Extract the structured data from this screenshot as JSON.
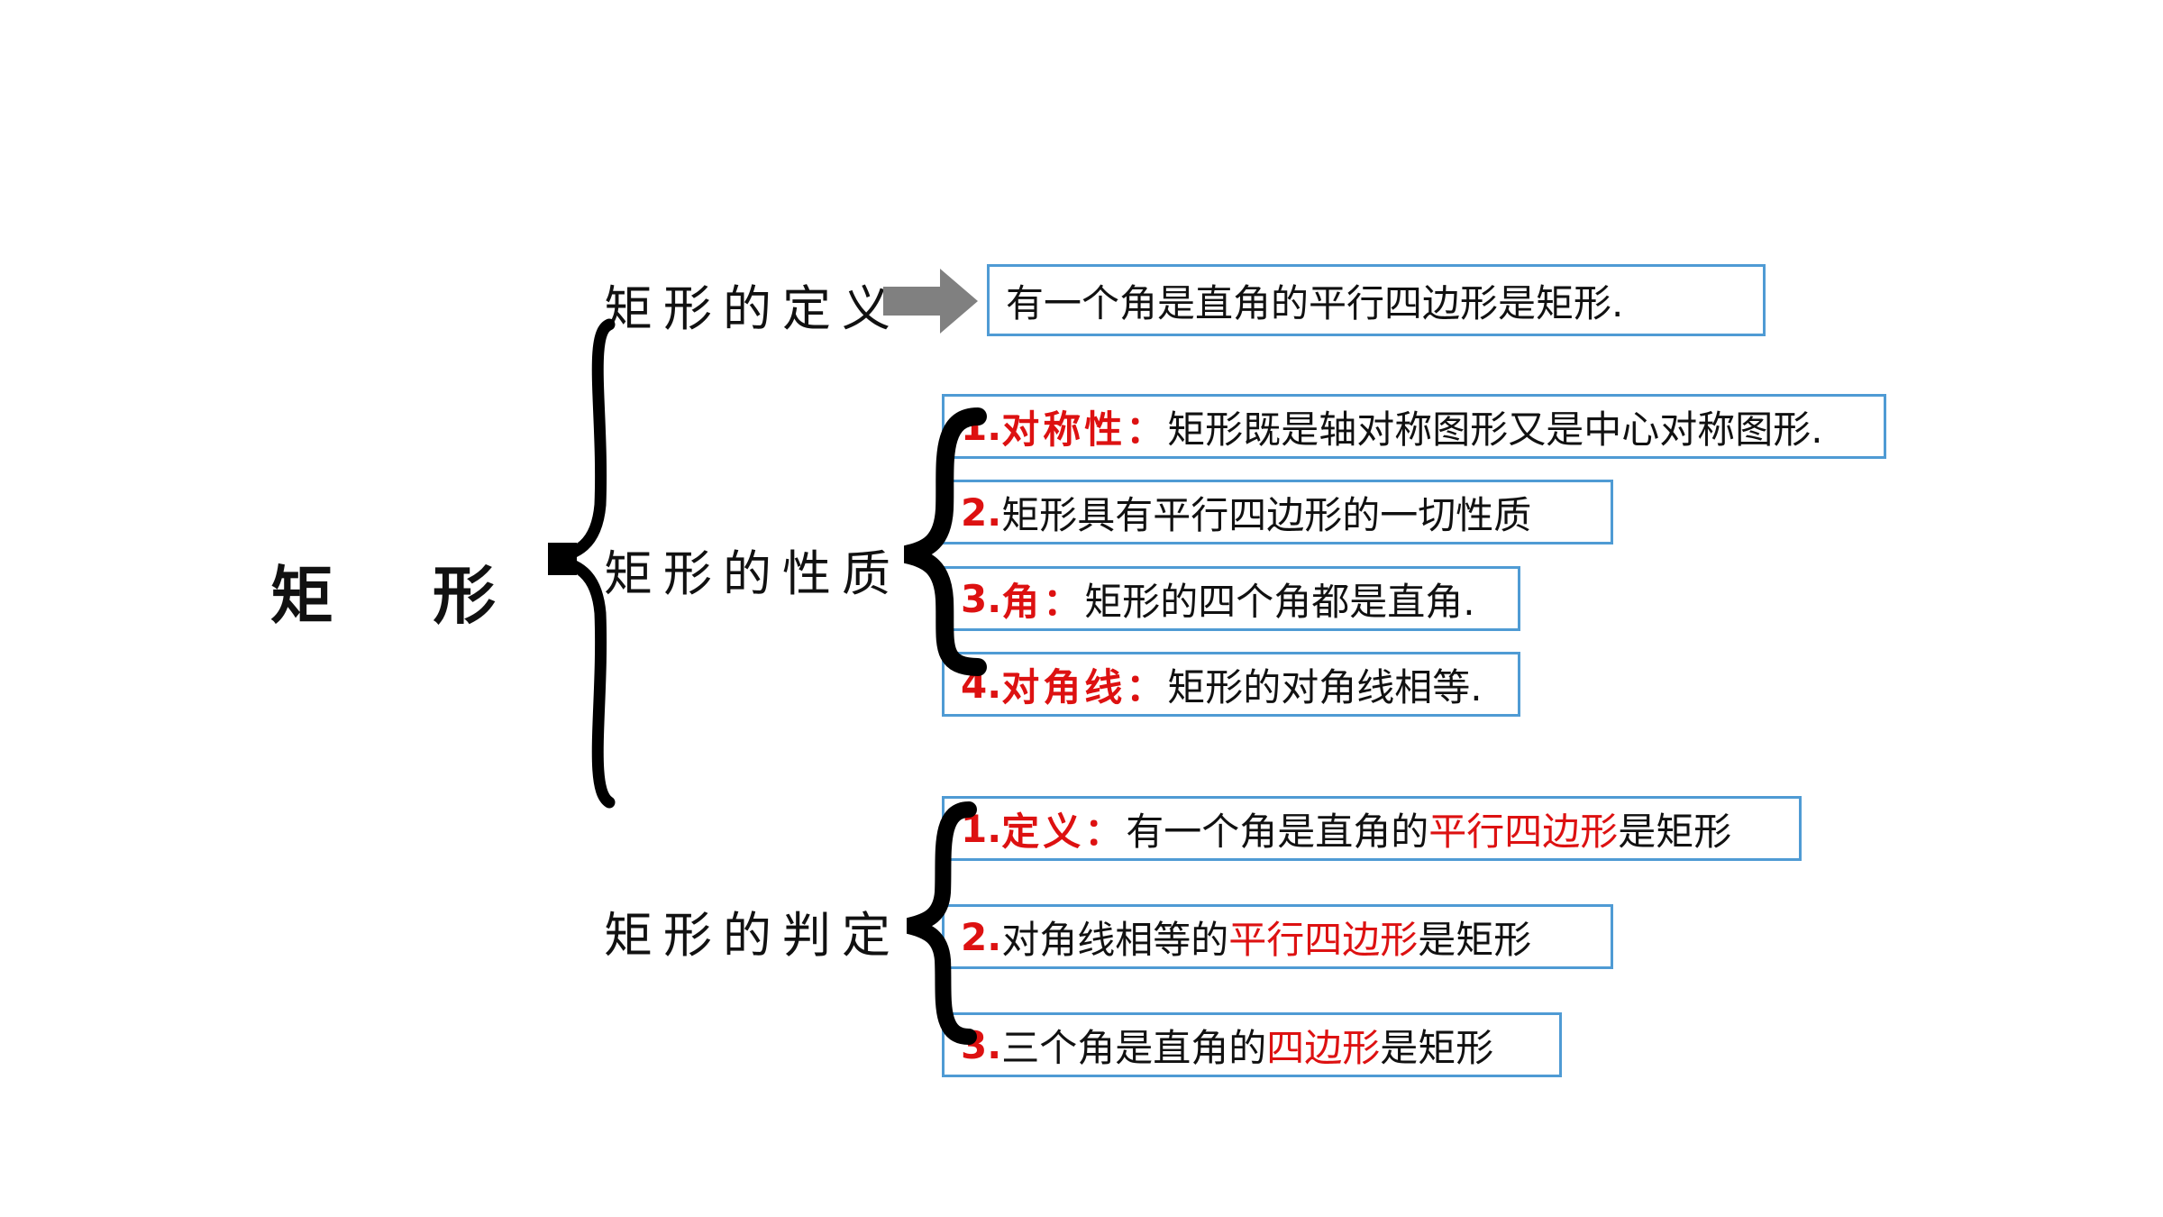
{
  "topic": {
    "chars": [
      "矩",
      "形"
    ]
  },
  "definition": {
    "label": "矩形的定义",
    "text": "有一个角是直角的平行四边形是矩形."
  },
  "properties": {
    "label": "矩形的性质",
    "items": [
      {
        "num": "1.",
        "key": "对称性：",
        "text": "矩形既是轴对称图形又是中心对称图形."
      },
      {
        "num": "2.",
        "text": "矩形具有平行四边形的一切性质"
      },
      {
        "num": "3.",
        "key": "角：",
        "text": "矩形的四个角都是直角."
      },
      {
        "num": "4.",
        "key": "对角线：",
        "text": "矩形的对角线相等."
      }
    ]
  },
  "criteria": {
    "label": "矩形的判定",
    "items": [
      {
        "num": "1.",
        "key": "定义：",
        "pre": "有一个角是直角的",
        "highlight": "平行四边形",
        "post": "是矩形"
      },
      {
        "num": "2.",
        "pre": "对角线相等的",
        "highlight": "平行四边形",
        "post": "是矩形"
      },
      {
        "num": "3.",
        "pre": "三个角是直角的",
        "highlight": "四边形",
        "post": "是矩形"
      }
    ]
  },
  "colors": {
    "accent_red": "#dd1111",
    "box_border": "#4f9bd4",
    "arrow": "#808080"
  }
}
